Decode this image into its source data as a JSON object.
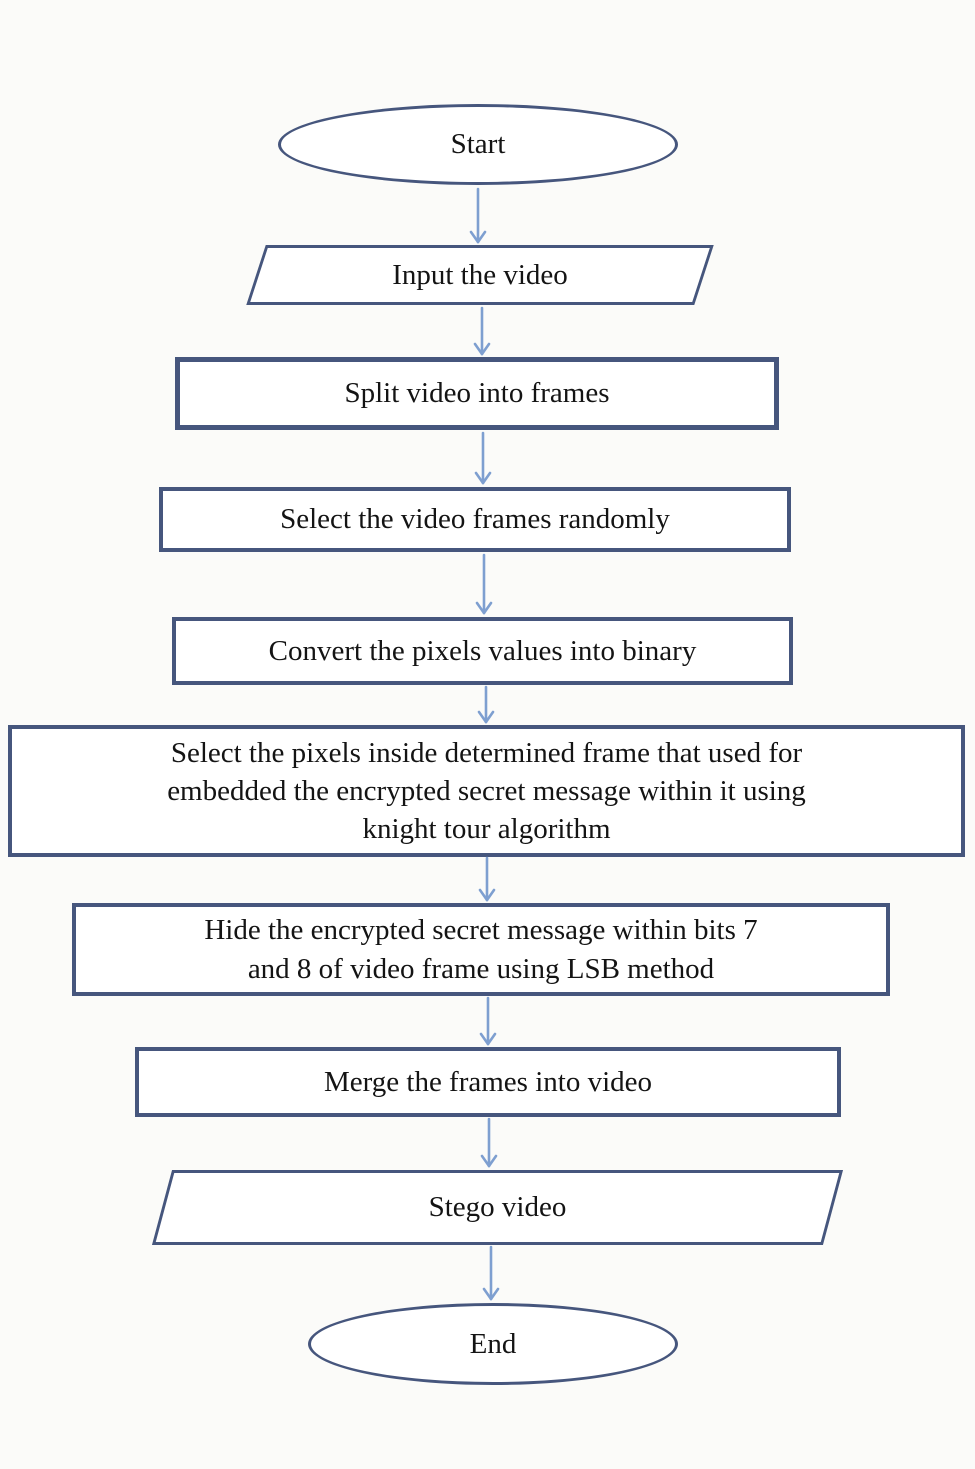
{
  "diagram_title": "Video steganography embedding process flowchart",
  "colors": {
    "border": "#46567d",
    "arrow": "#7e9fd0",
    "text": "#141414",
    "background": "#fbfbf9",
    "shape_fill": "#ffffff"
  },
  "nodes": [
    {
      "id": "start",
      "type": "ellipse",
      "label": "Start"
    },
    {
      "id": "input-video",
      "type": "parallelogram",
      "label": "Input the video"
    },
    {
      "id": "split-frames",
      "type": "rectangle",
      "label": "Split video into frames"
    },
    {
      "id": "select-frames",
      "type": "rectangle",
      "label": "Select the video frames randomly"
    },
    {
      "id": "convert-binary",
      "type": "rectangle",
      "label": "Convert the pixels values into binary"
    },
    {
      "id": "select-pixels",
      "type": "rectangle",
      "label": "Select the pixels inside determined frame that used for\nembedded the encrypted secret message within it using\nknight tour algorithm"
    },
    {
      "id": "hide-message",
      "type": "rectangle",
      "label": "Hide the encrypted secret message within bits 7\nand 8 of video frame using LSB method"
    },
    {
      "id": "merge-frames",
      "type": "rectangle",
      "label": "Merge the frames into video"
    },
    {
      "id": "stego-video",
      "type": "parallelogram",
      "label": "Stego video"
    },
    {
      "id": "end",
      "type": "ellipse",
      "label": "End"
    }
  ],
  "edges": [
    {
      "from": "start",
      "to": "input-video"
    },
    {
      "from": "input-video",
      "to": "split-frames"
    },
    {
      "from": "split-frames",
      "to": "select-frames"
    },
    {
      "from": "select-frames",
      "to": "convert-binary"
    },
    {
      "from": "convert-binary",
      "to": "select-pixels"
    },
    {
      "from": "select-pixels",
      "to": "hide-message"
    },
    {
      "from": "hide-message",
      "to": "merge-frames"
    },
    {
      "from": "merge-frames",
      "to": "stego-video"
    },
    {
      "from": "stego-video",
      "to": "end"
    }
  ]
}
